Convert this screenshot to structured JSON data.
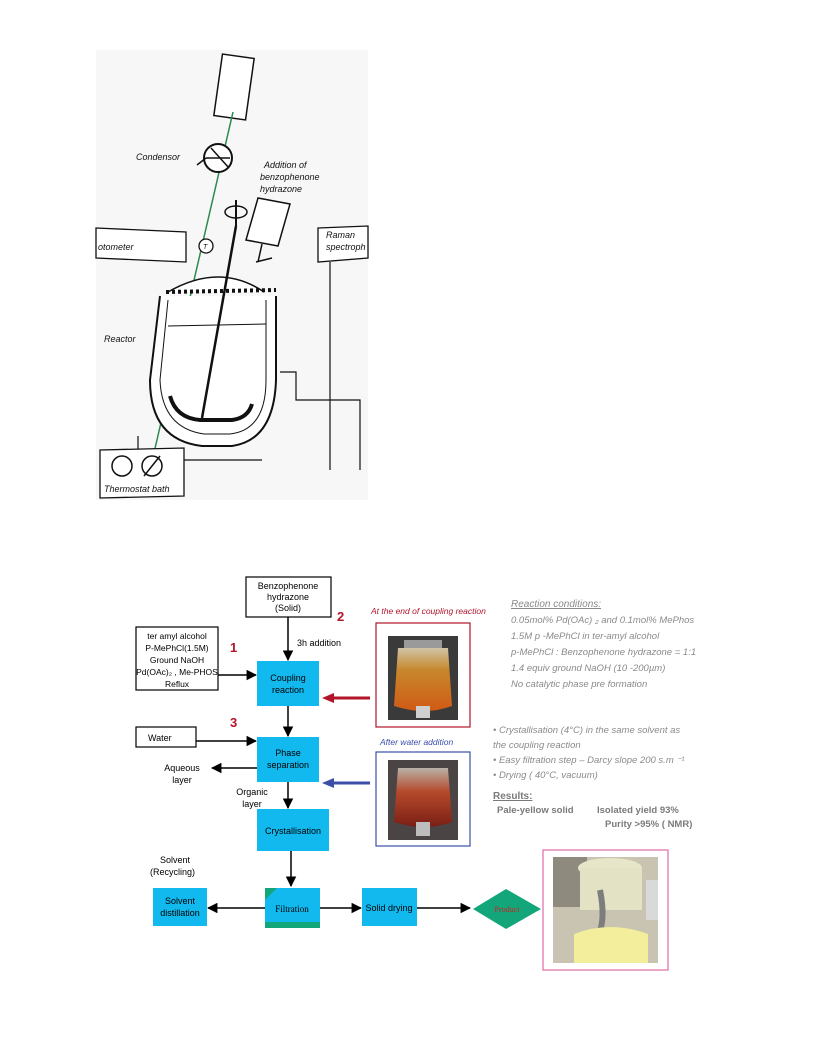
{
  "apparatus": {
    "condensor_label": "Condensor",
    "addition_label_lines": [
      "Addition of",
      "benzophenone",
      "hydrazone"
    ],
    "photometer_label": "otometer",
    "raman_label_lines": [
      "Raman",
      "spectroph"
    ],
    "t_label": "T",
    "reactor_label": "Reactor",
    "thermostat_label": "Thermostat bath"
  },
  "flow": {
    "benzophenone_lines": [
      "Benzophenone",
      "hydrazone",
      "(Solid)"
    ],
    "addition_label": "3h addition",
    "reagents_lines": [
      "ter amyl alcohol",
      "P-MePhCl(1.5M)",
      "Ground NaOH",
      "Pd(OAc)₂ , Me-PHOS",
      "Reflux"
    ],
    "step_1": "1",
    "step_2": "2",
    "step_3": "3",
    "coupling_lines": [
      "Coupling",
      "reaction"
    ],
    "water_label": "Water",
    "phase_lines": [
      "Phase",
      "separation"
    ],
    "aqueous_lines": [
      "Aqueous",
      "layer"
    ],
    "organic_lines": [
      "Organic",
      "layer"
    ],
    "crystallisation_label": "Crystallisation",
    "solvent_lines": [
      "Solvent",
      "(Recycling)"
    ],
    "distillation_lines": [
      "Solvent",
      "distillation"
    ],
    "filtration_label": "Filtration",
    "drying_label": "Solid drying",
    "product_label": "Product"
  },
  "photos": {
    "end_of_coupling_caption": "At the end of coupling reaction",
    "after_water_caption": "After water addition"
  },
  "conditions": {
    "title": "Reaction conditions:",
    "lines": [
      "0.05mol% Pd(OAc) ₂ and 0.1mol%  MePhos",
      "1.5M p -MePhCl in  ter-amyl alcohol",
      "p-MePhCl : Benzophenone hydrazone = 1:1",
      "1.4 equiv ground NaOH (10  -200µm)",
      "No catalytic phase pre formation"
    ]
  },
  "process_notes": [
    "• Crystallisation (4°C) in the same solvent as",
    "the coupling reaction",
    "• Easy filtration step   – Darcy slope  200 s.m ⁻¹",
    "• Drying ( 40°C, vacuum)"
  ],
  "results": {
    "title": "Results:",
    "solid_label": "Pale-yellow solid",
    "yield": "Isolated yield 93%",
    "purity": "Purity >95% ( NMR)"
  },
  "colors": {
    "process_box": "#12b9ee",
    "product_diamond": "#12a67a",
    "red_accent": "#b2142a",
    "blue_accent": "#3b4fa8",
    "pink_frame": "#e06aa7",
    "grey_text": "#8a8a8a"
  }
}
